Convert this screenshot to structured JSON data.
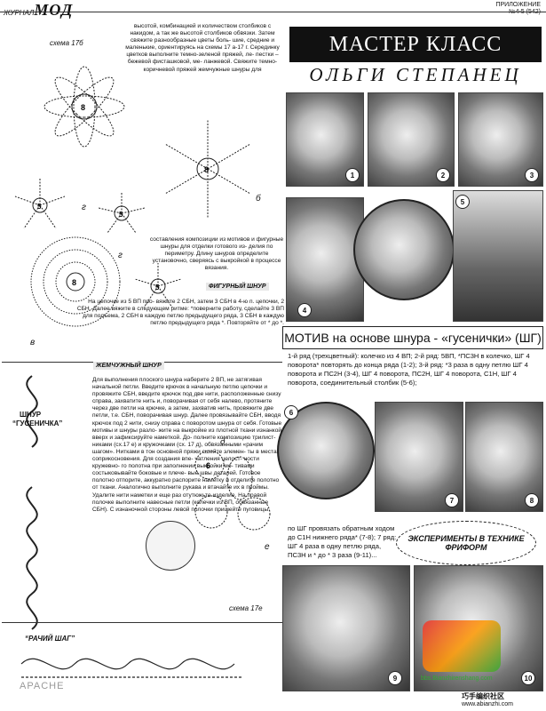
{
  "header": {
    "left_small": "ЖУРНАЛ",
    "left_big": "МОД",
    "right_1": "ПРИЛОЖЕНИЕ",
    "right_2": "№4-5 (542)"
  },
  "left_col": {
    "scheme_17b": "схема 17б",
    "g": "г",
    "b": "б",
    "v": "в",
    "d": "д",
    "e": "е",
    "figure_cord_title": "ФИГУРНЫЙ ШНУР",
    "pearl_cord_title": "ЖЕМЧУЖНЫЙ ШНУР",
    "cord_word": "ШНУР",
    "caterpillar_word": "“ГУСЕНИЧКА”",
    "crab_step": "“РАЧИЙ ШАГ”",
    "scheme_17e": "схема 17е",
    "p1": "высотой, комбинацией и количеством столбиков с накидом, а так же высотой столбиков обвязки. Затем свяжите разнообразные цветы боль- шие, средние и маленькие, ориентируясь на схемы 17 а-17 г. Серединку цветков выполните темно-зеленой пряжей, ле- пестки – бежевой фисташковой, ме- ланжевой. Свяжите темно-коричневой пряжей жемчужные шнуры для",
    "p2": "составления композиции из мотивов и фигурные шнуры для отделки готового из- делия по периметру. Длину шнуров определите установочно, сверяясь с выкройкой в процессе вязания.",
    "p3": "На цепочке из 5 ВП про- вяжите 2 СБН, затем 3 СБН в 4-ю п. цепочки, 2 СБН. Далее вяжите в следующем ритме: *поверните работу, сделайте 3 ВП для подъема, 2 СБН в каждую петлю предыдущего ряда, 3 СБН в каждую петлю предыдущего ряда *. Повторяйте от * до *.",
    "p4": "Для выполнения плоского шнура наберите 2 ВП, не затягивая начальной петли. Введите крючок в начальную петлю цепочки и провяжите СБН, введите крючок под две нити, расположенные снизу справа, захватите нить и, поворачивая от себя налево, протяните через две петли на крючке, а затем, захватив нить, провяжите две петли, т.е. СБН, поворачивая шнур. Далее провязывайте СБН, вводя крючок под 2 нити, снизу справа с поворотом шнура от себя. Готовые мотивы и шнуры разло- жите на выкройке из плотной ткани изнанкой вверх и зафиксируйте наметкой. До- полните композицию трилист- никами (сх.17 е) и кружочками (сх. 17 д), обвязанными «рачим шагом». Нитками в тон основной пряжи сшейте элемен- ты в местах соприкосновения. Для создания впе- чатления целост- ности кружевно- го полотна при заполнении выкройки мо- тивами состыковывайте боковые и плече- вые швы деталей. Готовое полотно отпорите, аккуратно распорите наметку и отделите полотно от ткани. Аналогично выполните рукава и втачайте их в проймы. Удалите нити наметки и еще раз отутюжьте изделие. На правой полочке выполните навесные петли (колечки из ВП, обвязанные СБН). С изнаночной стороны левой полочки пришейте пуговицы."
  },
  "right_col": {
    "banner": "МАСТЕР КЛАСС",
    "author": "ОЛЬГИ СТЕПАНЕЦ",
    "section_title": "МОТИВ на основе шнура - «гусенички» (ШГ)",
    "instr1": "1-й ряд (трехцветный): колечко из 4 ВП; 2-й ряд: 5ВП, *ПС3Н в колечко, ШГ 4 поворота* повторять до конца ряда (1-2); 3-й ряд: *3 раза в одну петлю ШГ 4 поворота и ПС2Н (3-4), ШГ 4 поворота, ПС2Н, ШГ 4 поворота, С1Н, ШГ 4 поворота, соединительный столбик (5-6);",
    "instr2": "по ШГ провязать обратным ходом до С1Н нижнего ряда* (7-8); 7 ряд: ШГ 4 раза в одну петлю ряда, ПС3Н и * до * 3 раза (9-11)...",
    "experiments": "ЭКСПЕРИМЕНТЫ В ТЕХНИКЕ ФРИФОРМ",
    "photo_numbers": [
      "1",
      "2",
      "3",
      "4",
      "5",
      "6",
      "7",
      "8",
      "9",
      "10"
    ]
  },
  "footer": {
    "watermark": "APACHE",
    "site1": "bbs.Bianzhirenshang.com",
    "site2": "巧手编织社区",
    "site3": "www.abianzhi.com"
  }
}
